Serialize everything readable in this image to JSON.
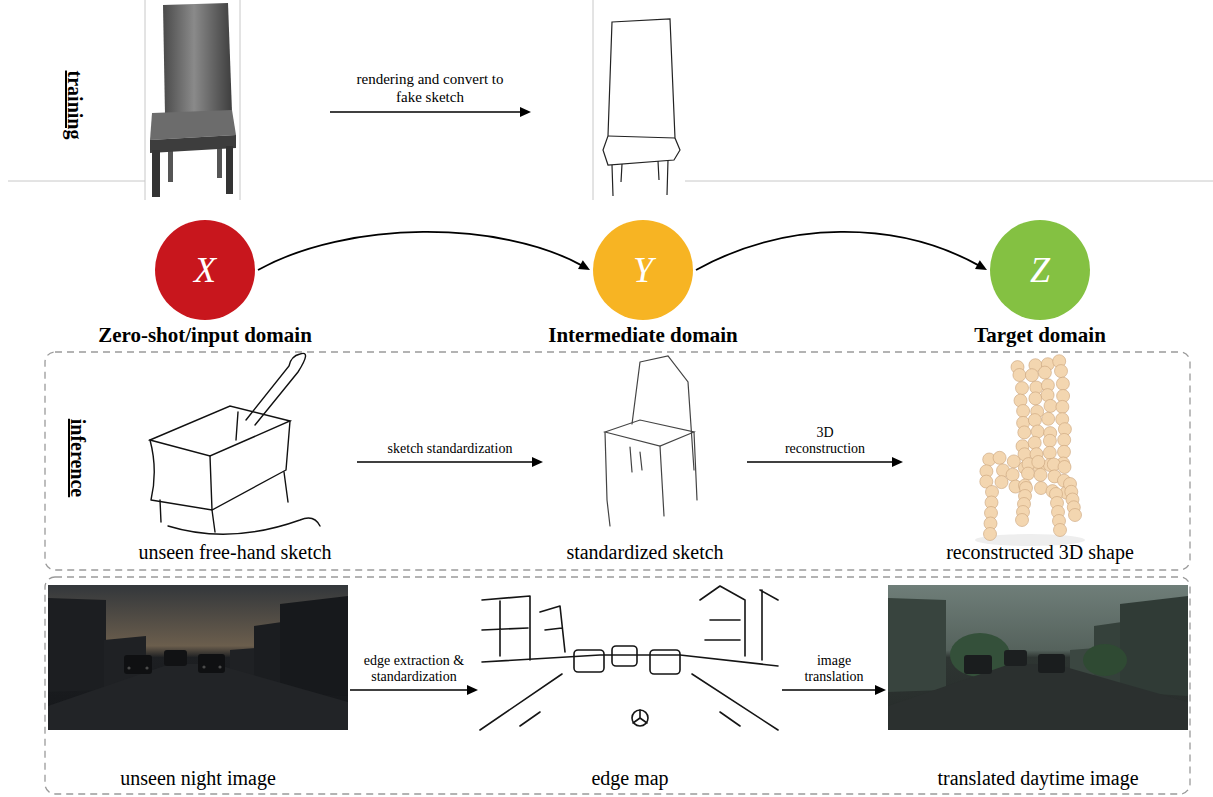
{
  "diagram": {
    "nodes": [
      {
        "text": [
          "X",
          "Zero-shot/input domain"
        ]
      },
      {
        "text": [
          "Y",
          "Intermediate domain"
        ]
      },
      {
        "text": [
          "Z",
          "Target domain"
        ]
      },
      {
        "text": [
          "unseen free-hand sketch"
        ]
      },
      {
        "text": [
          "standardized sketch"
        ]
      },
      {
        "text": [
          "reconstructed 3D shape"
        ]
      },
      {
        "text": [
          "unseen night image"
        ]
      },
      {
        "text": [
          "edge map"
        ]
      },
      {
        "text": [
          "translated daytime image"
        ]
      }
    ],
    "edges": [
      {
        "from": 0,
        "to": 1,
        "arrow": "to"
      },
      {
        "from": 1,
        "to": 2,
        "arrow": "to"
      },
      {
        "from": 3,
        "to": 4,
        "label": "sketch standardization",
        "arrow": "to"
      },
      {
        "from": 4,
        "to": 5,
        "label": "3D reconstruction",
        "arrow": "to"
      },
      {
        "from": 6,
        "to": 7,
        "label": "edge extraction & standardization",
        "arrow": "to"
      },
      {
        "from": 7,
        "to": 8,
        "label": "image translation",
        "arrow": "to"
      }
    ],
    "labels": [
      "training",
      "rendering and convert to fake sketch",
      "inference"
    ]
  }
}
